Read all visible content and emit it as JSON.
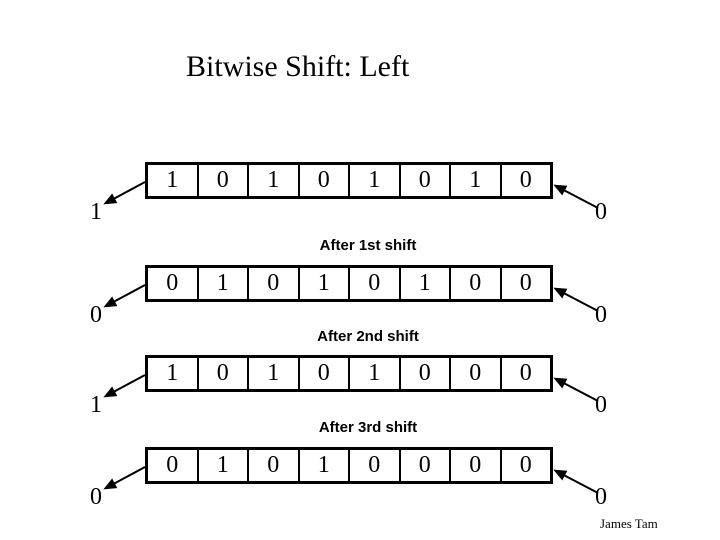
{
  "slide": {
    "title": "Bitwise Shift: Left",
    "credit": "James Tam"
  },
  "colors": {
    "ink": "#000000",
    "background": "#ffffff"
  },
  "rows": [
    {
      "bits": [
        "1",
        "0",
        "1",
        "0",
        "1",
        "0",
        "1",
        "0"
      ],
      "shifted_out_bit": "1",
      "shifted_in_bit": "0"
    },
    {
      "caption": "After 1st shift",
      "bits": [
        "0",
        "1",
        "0",
        "1",
        "0",
        "1",
        "0",
        "0"
      ],
      "shifted_out_bit": "0",
      "shifted_in_bit": "0"
    },
    {
      "caption": "After 2nd shift",
      "bits": [
        "1",
        "0",
        "1",
        "0",
        "1",
        "0",
        "0",
        "0"
      ],
      "shifted_out_bit": "1",
      "shifted_in_bit": "0"
    },
    {
      "caption": "After 3rd shift",
      "bits": [
        "0",
        "1",
        "0",
        "1",
        "0",
        "0",
        "0",
        "0"
      ],
      "shifted_out_bit": "0",
      "shifted_in_bit": "0"
    }
  ]
}
